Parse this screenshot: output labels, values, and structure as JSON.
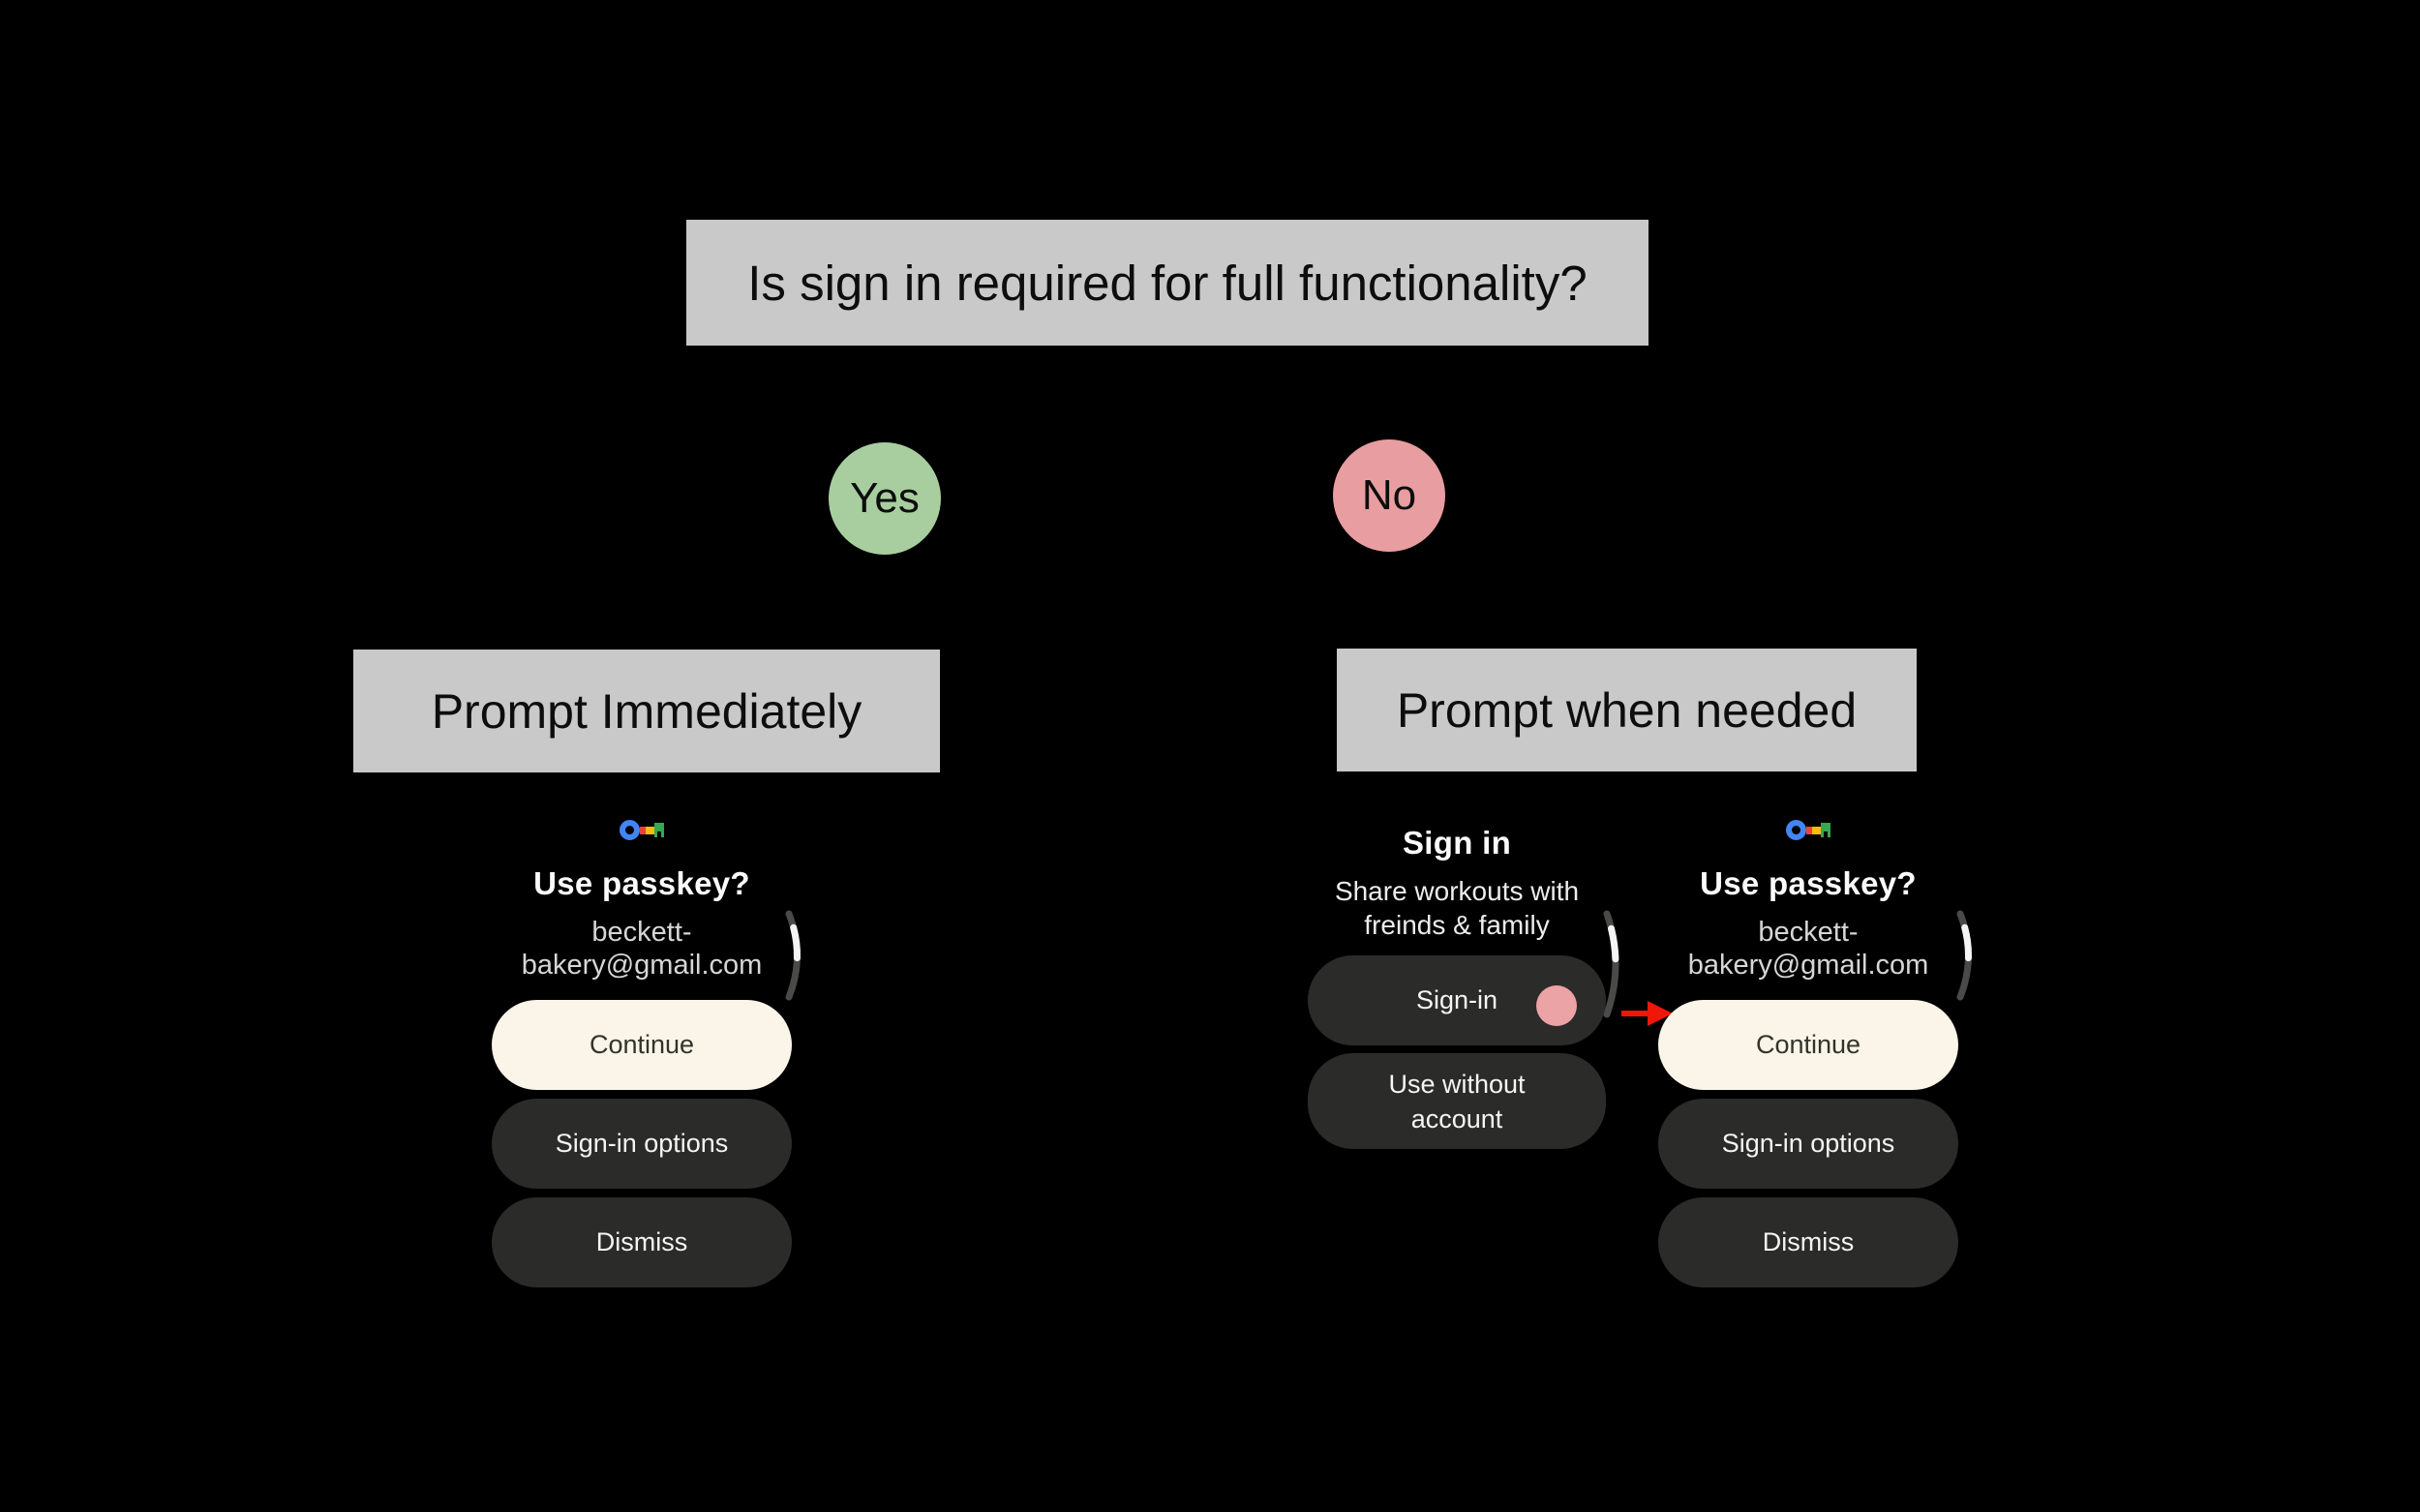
{
  "diagram": {
    "question": "Is sign in required for full functionality?",
    "yes": "Yes",
    "no": "No",
    "outcome_left": "Prompt Immediately",
    "outcome_right": "Prompt when needed"
  },
  "passkey_screen_left": {
    "icon": "google-passkey-key-icon",
    "title": "Use passkey?",
    "account_line1": "beckett-",
    "account_line2": "bakery@gmail.com",
    "continue_label": "Continue",
    "signin_options_label": "Sign-in options",
    "dismiss_label": "Dismiss"
  },
  "signin_screen": {
    "title": "Sign in",
    "subtitle_line1": "Share workouts with",
    "subtitle_line2": "freinds & family",
    "signin_label": "Sign-in",
    "use_without_line1": "Use without",
    "use_without_line2": "account"
  },
  "passkey_screen_right": {
    "icon": "google-passkey-key-icon",
    "title": "Use passkey?",
    "account_line1": "beckett-",
    "account_line2": "bakery@gmail.com",
    "continue_label": "Continue",
    "signin_options_label": "Sign-in options",
    "dismiss_label": "Dismiss"
  },
  "colors": {
    "background": "#000000",
    "flow_box": "#c9c9c9",
    "yes_node": "#a8cea0",
    "no_node": "#e89da0",
    "primary_button": "#faf5e8",
    "primary_button_text": "#33332c",
    "secondary_button": "#2b2b29",
    "secondary_button_text": "#f5f5f5",
    "account_text": "#d6d6d6",
    "annotation_arrow": "#f01608",
    "touch_indicator": "#eba3a6",
    "scroll_track": "#4a4a48",
    "scroll_thumb": "#f5f5f5",
    "key_blue": "#4285f4",
    "key_red": "#ea4335",
    "key_yellow": "#fbbc04",
    "key_green": "#34a853"
  }
}
